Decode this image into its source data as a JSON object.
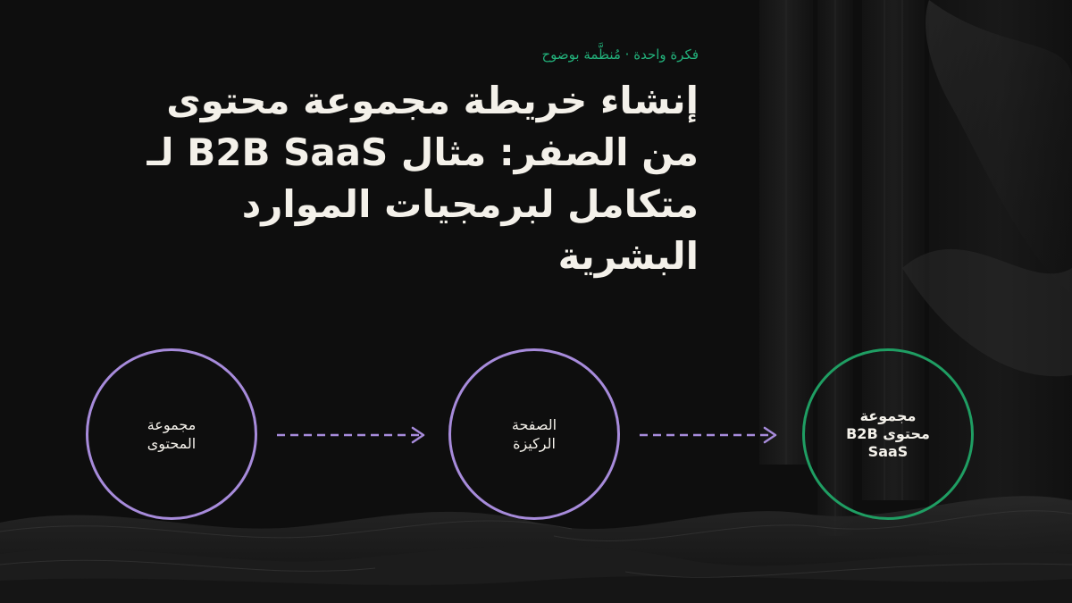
{
  "eyebrow": "فكرة واحدة · مُنظَّمة بوضوح",
  "headline": [
    "إنشاء خريطة مجموعة محتوى",
    "من الصفر: مثال B2B SaaS لـ",
    "متكامل لبرمجيات الموارد",
    "البشرية"
  ],
  "nodes": [
    {
      "lines": [
        "مجموعة",
        "المحتوى"
      ],
      "border_color": "#a78bdb"
    },
    {
      "lines": [
        "الصفحة",
        "الركيزة"
      ],
      "border_color": "#a78bdb"
    },
    {
      "lines": [
        "مجموعة",
        "محتوى B2B",
        "SaaS"
      ],
      "border_color": "#1f9e63"
    }
  ],
  "colors": {
    "background": "#0e0e0e",
    "accent_green": "#22b07a",
    "accent_purple": "#a78bdb",
    "text": "#f4f1ea"
  }
}
